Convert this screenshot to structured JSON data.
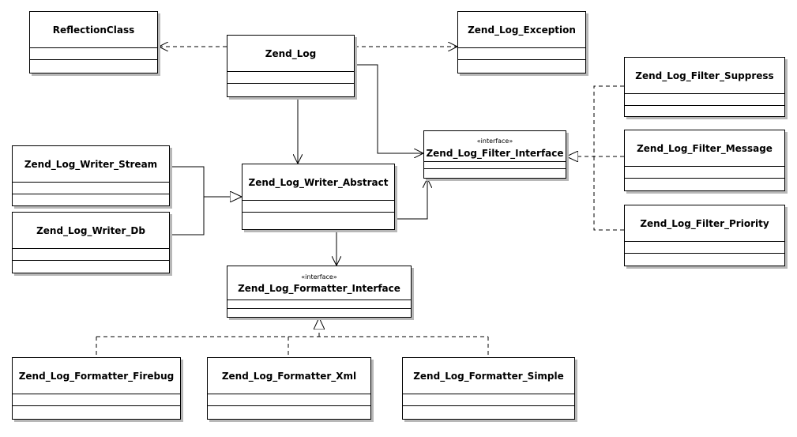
{
  "classes": {
    "reflection_class": {
      "name": "ReflectionClass"
    },
    "zend_log": {
      "name": "Zend_Log"
    },
    "zend_log_exception": {
      "name": "Zend_Log_Exception"
    },
    "filter_suppress": {
      "name": "Zend_Log_Filter_Suppress"
    },
    "filter_interface": {
      "name": "Zend_Log_Filter_Interface",
      "stereotype": "«interface»"
    },
    "filter_message": {
      "name": "Zend_Log_Filter_Message"
    },
    "writer_stream": {
      "name": "Zend_Log_Writer_Stream"
    },
    "writer_abstract": {
      "name": "Zend_Log_Writer_Abstract"
    },
    "writer_db": {
      "name": "Zend_Log_Writer_Db"
    },
    "filter_priority": {
      "name": "Zend_Log_Filter_Priority"
    },
    "formatter_interface": {
      "name": "Zend_Log_Formatter_Interface",
      "stereotype": "«interface»"
    },
    "formatter_firebug": {
      "name": "Zend_Log_Formatter_Firebug"
    },
    "formatter_xml": {
      "name": "Zend_Log_Formatter_Xml"
    },
    "formatter_simple": {
      "name": "Zend_Log_Formatter_Simple"
    }
  },
  "colors": {
    "line": "#000000",
    "box_background": "#ffffff",
    "shadow": "#b8b8b8"
  }
}
